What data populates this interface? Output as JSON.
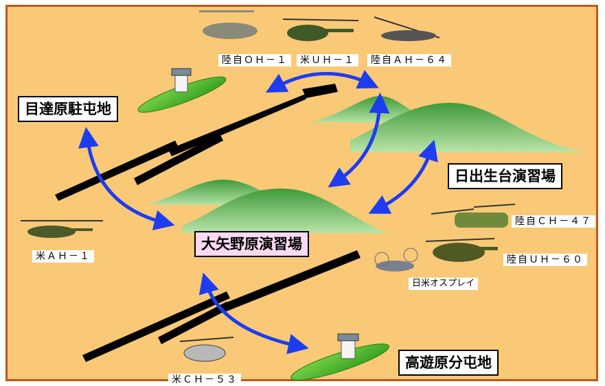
{
  "sites": {
    "metatsubara": "目達原駐屯地",
    "hiji": "日出生台演習場",
    "oyano": "大矢野原演習場",
    "takayubaru": "高遊原分屯地"
  },
  "aircraft": {
    "oh1": "陸自ＯＨ－１",
    "uh1": "米ＵＨ－１",
    "ah64": "陸自ＡＨ－６４",
    "ah1": "米ＡＨ－１",
    "ch47": "陸自ＣＨ－４７",
    "uh60": "陸自ＵＨ－６０",
    "osprey": "日米オスプレイ",
    "ch53": "米ＣＨ－５３"
  },
  "colors": {
    "background": "#fac978",
    "border": "#c0561c",
    "arrow": "#1e3cf0",
    "hill": "#6dc064",
    "pad": "#5fbf2a"
  }
}
